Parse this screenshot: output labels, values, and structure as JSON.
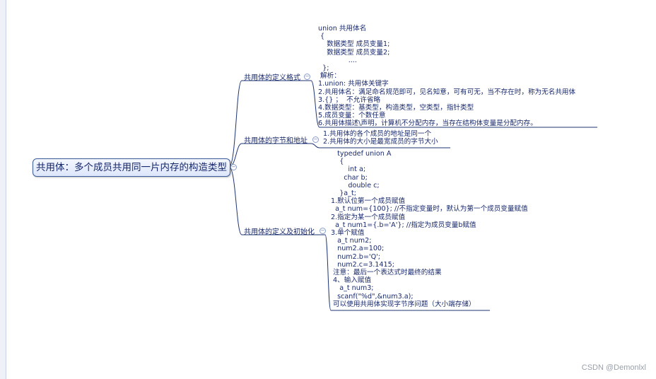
{
  "root": {
    "label": "共用体：多个成员共用同一片内存的构造类型"
  },
  "branches": [
    {
      "label": "共用体的定义格式",
      "lines": [
        "union 共用体名",
        " {",
        "    数据类型 成员变量1;",
        "    数据类型 成员变量2;",
        "              ....",
        "  };",
        " 解析：",
        "1.union: 共用体关键字",
        "2.共用体名：满足命名规范即可，见名知意，可有可无，当不存在时，称为无名共用体",
        "3.{} ；  不允许省略",
        "4.数据类型：基类型，构造类型，空类型，指针类型",
        "5.成员变量：个数任意",
        "6.共用体描述\\声明，计算机不分配内存，当存在结构体变量是分配内存。"
      ]
    },
    {
      "label": "共用体的字节和地址",
      "lines": [
        "1.共用体的各个成员的地址是同一个",
        "2.共用体的大小是最宽成员的字节大小"
      ]
    },
    {
      "label": "共用体的定义及初始化",
      "lines": [
        "   typedef union A",
        "    {",
        "        int a;",
        "      char b;",
        "        double c;",
        "    }a_t;",
        "1.默认位第一个成员赋值",
        "  a_t num={100}; //不指定变量时，默认为第一个成员变量赋值",
        "2.指定为某一个成员赋值",
        "  a_t num1={.b='A'}; //指定为成员变量b赋值",
        "3.单个赋值",
        "   a_t num2;",
        "   num2.a=100;",
        "   num2.b='Q';",
        "   num2.c=3.1415;",
        " 注意：最后一个表达式时最终的结果",
        " 4、输入赋值",
        "    a_t num3;",
        "   scanf(\"%d\",&num3.a);",
        " 可以使用共用体实现字节序问题（大小端存储）"
      ]
    }
  ],
  "watermark": "CSDN @Demonlxl",
  "colors": {
    "line": "#1f3572",
    "node_border": "#3a5a98",
    "node_fill": "#dde6fb",
    "text": "#1a2a6c"
  }
}
